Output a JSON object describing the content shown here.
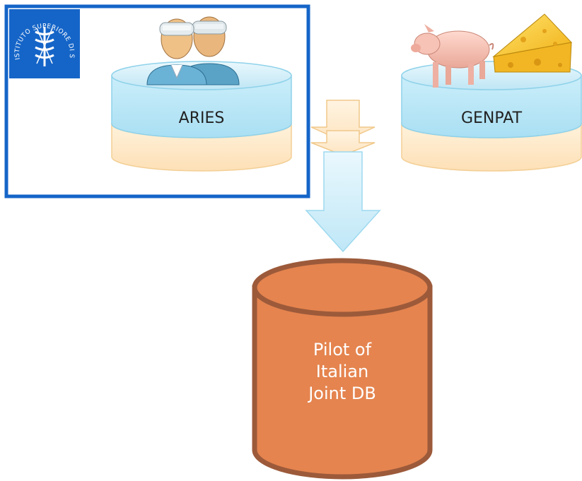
{
  "logo": {
    "text": "ISTITUTO SUPERIORE DI SANITÀ",
    "color": "#1565c8"
  },
  "nodes": {
    "aries": {
      "label": "ARIES",
      "icon": "doctors-icon"
    },
    "genpat": {
      "label": "GENPAT",
      "icons": [
        "pig-icon",
        "cheese-icon"
      ]
    },
    "joint_db": {
      "line1": "Pilot of",
      "line2": "Italian",
      "line3": "Joint DB"
    }
  },
  "colors": {
    "frame": "#1565c8",
    "db_fill": "#e5844f",
    "db_stroke": "#9c5a3a",
    "disk_top": "#d8f1fa",
    "disk_bottom": "#fde9c8",
    "arrow": "#cfeefb"
  }
}
